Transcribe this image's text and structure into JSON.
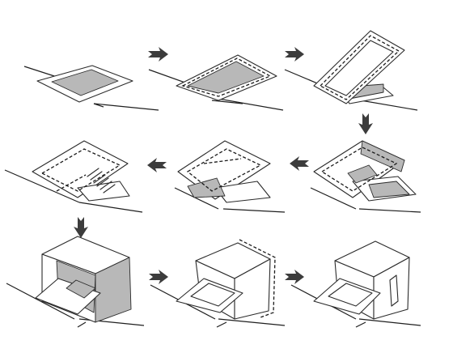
{
  "diagram": {
    "steps": [
      {
        "index": 1,
        "state": "flat-slab"
      },
      {
        "index": 2,
        "state": "inset-outline"
      },
      {
        "index": 3,
        "state": "lifted-roof"
      },
      {
        "index": 4,
        "state": "roof-folded"
      },
      {
        "index": 5,
        "state": "stair-inserted"
      },
      {
        "index": 6,
        "state": "cut-opening"
      },
      {
        "index": 7,
        "state": "closed-box-shaded"
      },
      {
        "index": 8,
        "state": "box-edge-dashed"
      },
      {
        "index": 9,
        "state": "box-with-slot"
      }
    ],
    "flow": [
      "right",
      "right",
      "down",
      "left",
      "left",
      "down",
      "right",
      "right"
    ],
    "colors": {
      "line": "#2b2b2b",
      "fill_gray": "#b8b8b8",
      "arrow": "#3c3c3c",
      "background": "#ffffff"
    }
  }
}
